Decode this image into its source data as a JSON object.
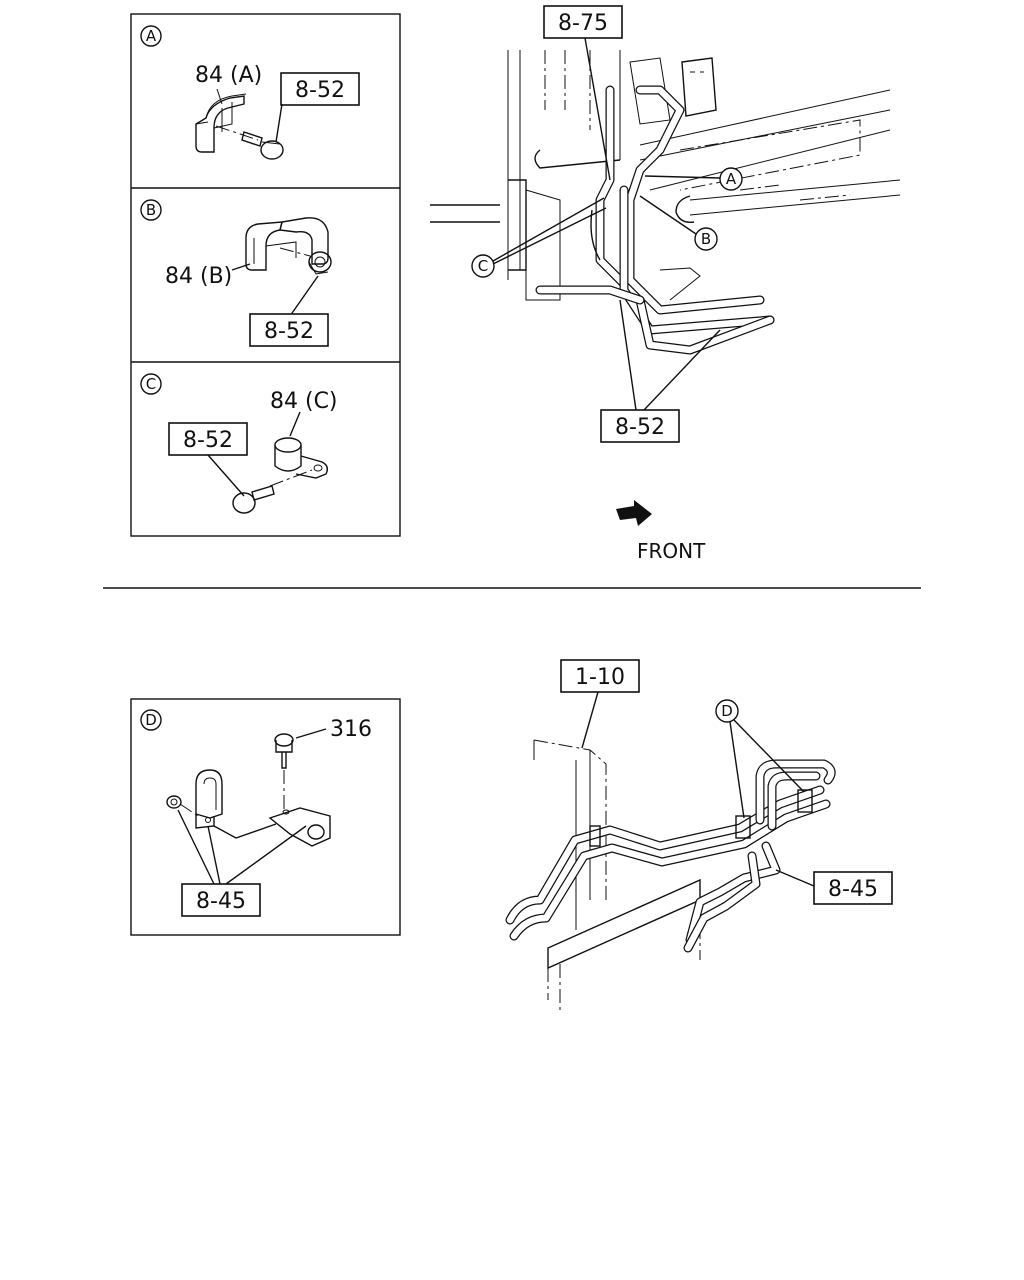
{
  "callouts": {
    "a": "A",
    "b": "B",
    "c": "C",
    "d": "D"
  },
  "top_panels": {
    "panel_a": {
      "part_label": "84 (A)",
      "ref": "8-52"
    },
    "panel_b": {
      "part_label": "84 (B)",
      "ref": "8-52"
    },
    "panel_c": {
      "part_label": "84 (C)",
      "ref": "8-52"
    }
  },
  "top_main": {
    "ref_top": "8-75",
    "ref_bottom": "8-52",
    "front_label": "FRONT"
  },
  "bottom_panel_d": {
    "part_label": "316",
    "ref": "8-45"
  },
  "bottom_main": {
    "ref_top": "1-10",
    "ref_right": "8-45"
  }
}
